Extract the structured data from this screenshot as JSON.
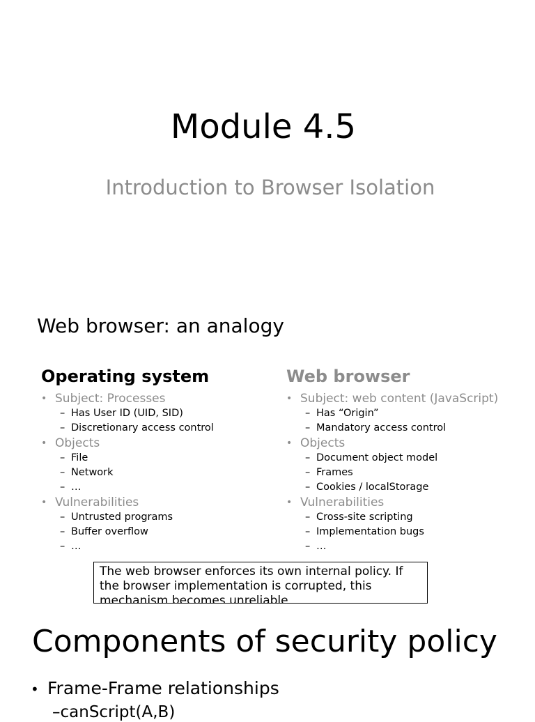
{
  "slide1": {
    "title": "Module 4.5",
    "subtitle": "Introduction to Browser Isolation"
  },
  "slide2": {
    "title": "Web browser: an analogy",
    "left": {
      "heading": "Operating system",
      "groups": [
        {
          "label": "Subject: Processes",
          "items": [
            "Has User ID (UID, SID)",
            "Discretionary access control"
          ]
        },
        {
          "label": "Objects",
          "items": [
            "File",
            "Network",
            "…"
          ]
        },
        {
          "label": "Vulnerabilities",
          "items": [
            "Untrusted programs",
            "Buffer overflow",
            "…"
          ]
        }
      ]
    },
    "right": {
      "heading": "Web browser",
      "groups": [
        {
          "label": "Subject: web content (JavaScript)",
          "items": [
            "Has “Origin”",
            "Mandatory access control"
          ]
        },
        {
          "label": "Objects",
          "items": [
            "Document object model",
            "Frames",
            "Cookies / localStorage"
          ]
        },
        {
          "label": "Vulnerabilities",
          "items": [
            "Cross-site scripting",
            "Implementation bugs",
            "…"
          ]
        }
      ]
    },
    "callout": "The web browser enforces its own internal policy. If the browser implementation is corrupted, this mechanism becomes unreliable"
  },
  "slide3": {
    "title": "Components of security policy",
    "bullets": [
      {
        "label": "Frame-Frame relationships",
        "sub": [
          "canScript(A,B)"
        ]
      }
    ]
  },
  "symbols": {
    "bullet": "•",
    "dash": "–"
  },
  "colors": {
    "text": "#000000",
    "muted": "#8c8c8c",
    "background": "#ffffff"
  }
}
